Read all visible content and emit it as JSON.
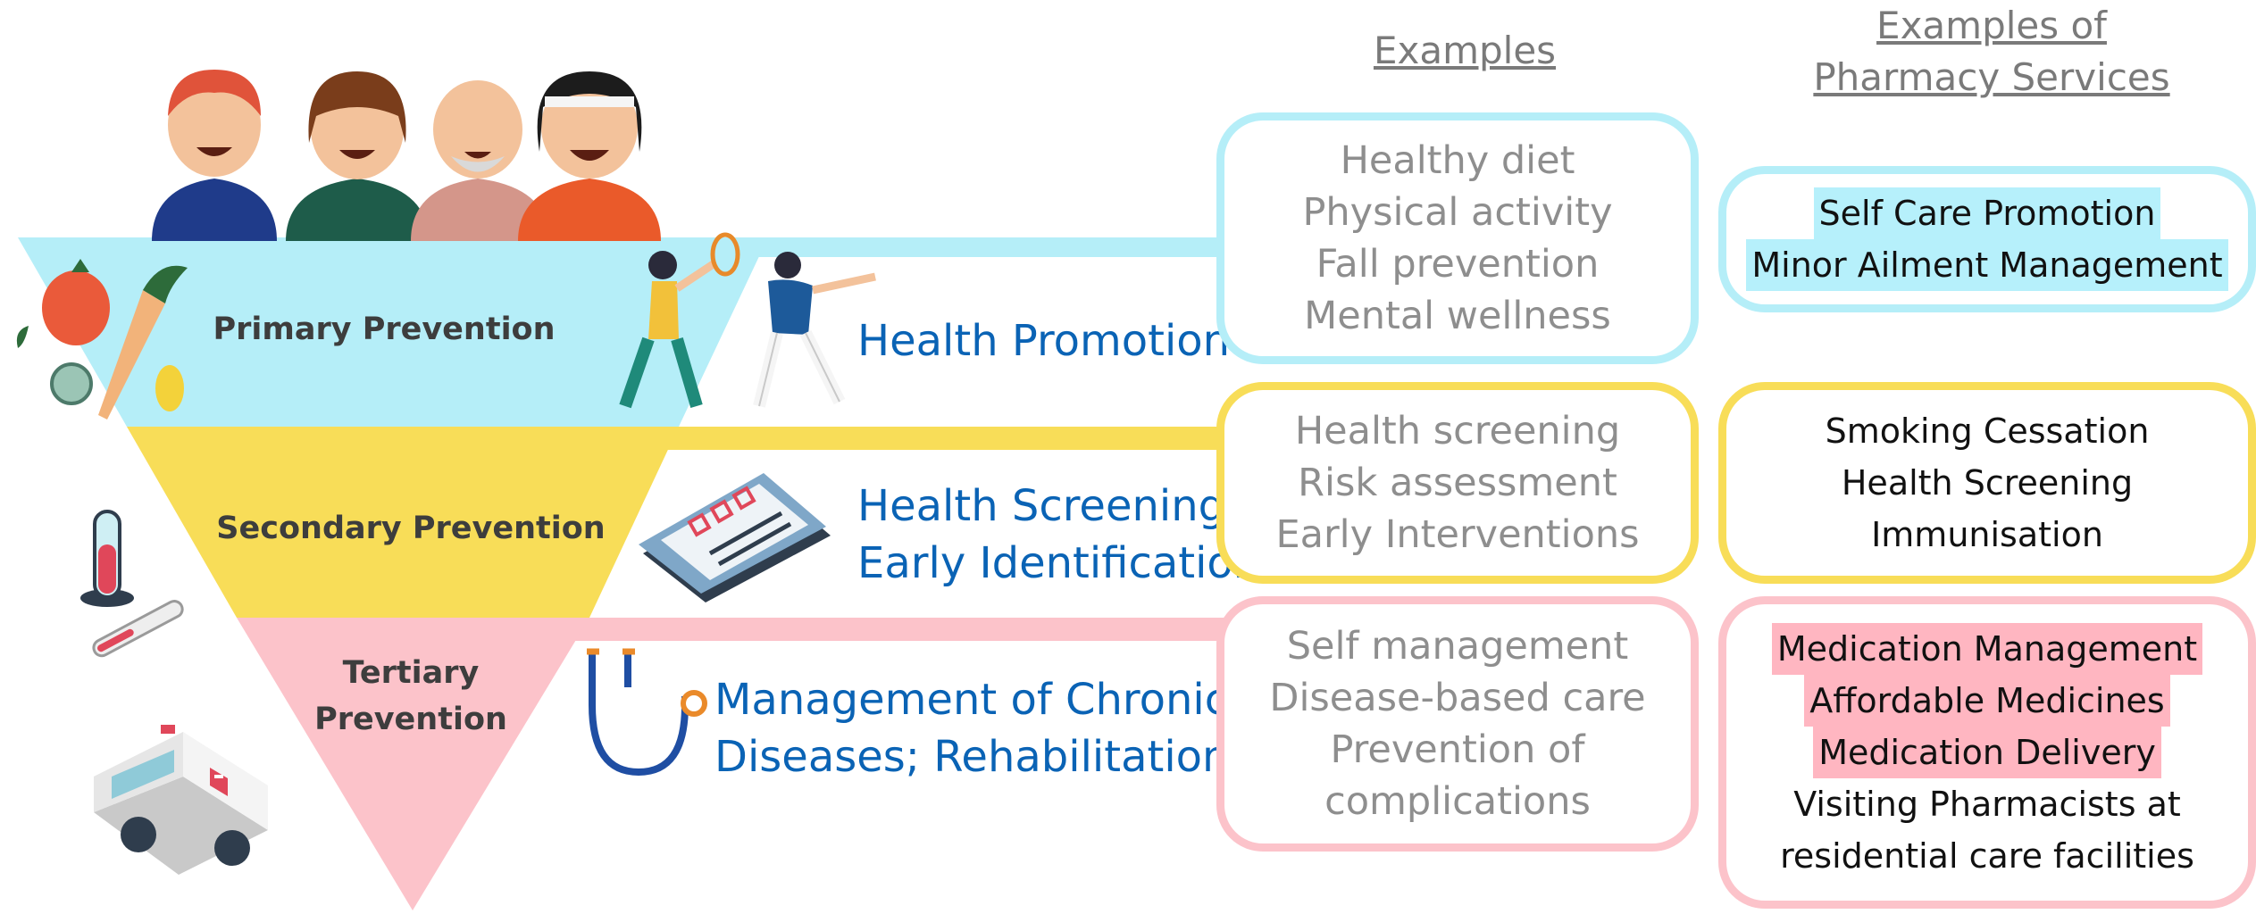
{
  "headers": {
    "examples": "Examples",
    "pharmacy_line1": "Examples of",
    "pharmacy_line2": "Pharmacy Services"
  },
  "tiers": [
    {
      "label_lines": [
        "Primary Prevention"
      ],
      "category_lines": [
        "Health Promotion"
      ],
      "examples": [
        "Healthy diet",
        "Physical activity",
        "Fall prevention",
        "Mental wellness"
      ],
      "services": [
        "Self Care Promotion",
        "Minor Ailment Management"
      ],
      "color": "#b5eef8"
    },
    {
      "label_lines": [
        "Secondary Prevention"
      ],
      "category_lines": [
        "Health Screening",
        "Early Identification"
      ],
      "examples": [
        "Health screening",
        "Risk assessment",
        "Early Interventions"
      ],
      "services": [
        "Smoking Cessation",
        "Health Screening",
        "Immunisation"
      ],
      "color": "#f8dd58"
    },
    {
      "label_lines": [
        "Tertiary",
        "Prevention"
      ],
      "category_lines": [
        "Management of Chronic",
        "Diseases; Rehabilitation"
      ],
      "examples": [
        "Self management",
        "Disease-based care",
        "Prevention of",
        "complications"
      ],
      "services": [
        "Medication Management",
        "Affordable Medicines",
        "Medication Delivery",
        "Visiting Pharmacists at",
        "residential care facilities"
      ],
      "color": "#fcc3ca"
    }
  ],
  "highlight_colors": {
    "primary_services": "#b6f0fb",
    "tertiary_services": "#ffb6c1"
  },
  "illustrations": [
    "people-group-icon",
    "vegetables-icon",
    "runners-icon",
    "checklist-clipboard-icon",
    "test-tube-icon",
    "thermometer-icon",
    "stethoscope-icon",
    "ambulance-icon"
  ]
}
